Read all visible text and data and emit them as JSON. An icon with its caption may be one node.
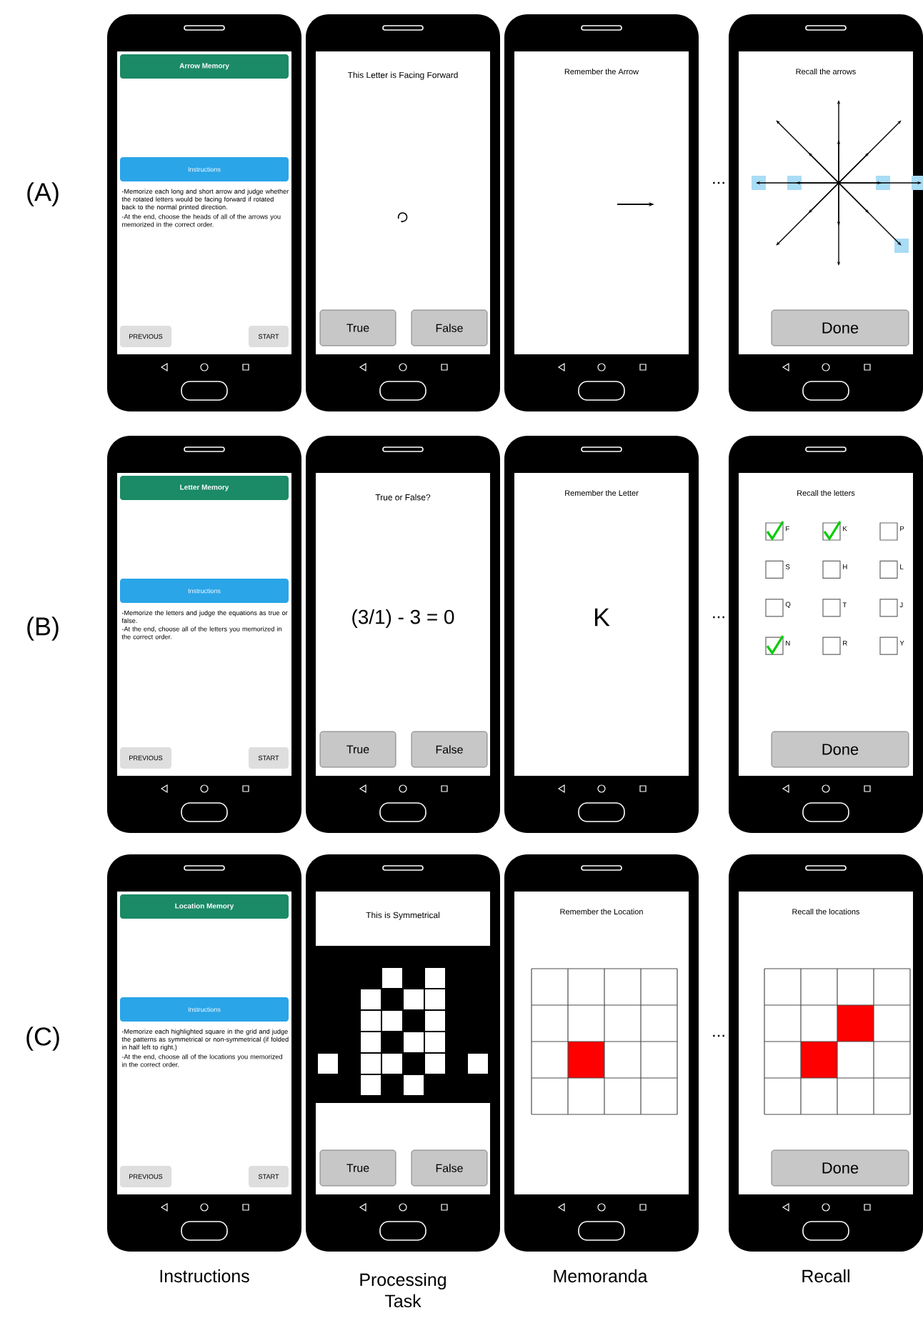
{
  "diagram": {
    "nodes": [
      {
        "text": [
          "-Memorize each long and short arrow and judge whether the rotated letters would be facing forward if rotated back to the normal printed direction.",
          "-At the end, choose the heads of all of the arrows you memorized in the correct order."
        ]
      },
      {
        "text": [
          "Arrow Memory"
        ],
        "in": 0
      },
      {
        "text": [
          "Instructions"
        ],
        "in": 0
      },
      {
        "text": [
          "PREVIOUS"
        ],
        "in": 0
      },
      {
        "text": [
          "START"
        ],
        "in": 0
      },
      {
        "text": [
          "This Letter is Facing Forward"
        ]
      },
      {
        "text": [
          "True"
        ],
        "in": 5
      },
      {
        "text": [
          "False"
        ],
        "in": 5
      },
      {
        "text": [
          "Remember the Arrow"
        ]
      },
      {
        "text": [
          "Recall the arrows"
        ]
      },
      {
        "text": [
          "Done"
        ],
        "in": 9
      },
      {
        "text": [
          "-Memorize the letters and judge the equations as true or false.",
          "-At the end, choose all of the letters you memorized in the correct order."
        ]
      },
      {
        "text": [
          "Letter Memory"
        ],
        "in": 11
      },
      {
        "text": [
          "Instructions"
        ],
        "in": 11
      },
      {
        "text": [
          "PREVIOUS"
        ],
        "in": 11
      },
      {
        "text": [
          "START"
        ],
        "in": 11
      },
      {
        "text": [
          "True or False?",
          "(3/1) - 3 = 0"
        ]
      },
      {
        "text": [
          "True"
        ],
        "in": 16
      },
      {
        "text": [
          "False"
        ],
        "in": 16
      },
      {
        "text": [
          "Remember the Letter",
          "K"
        ]
      },
      {
        "text": [
          "Recall the letters",
          "F",
          "K",
          "P",
          "S",
          "H",
          "L",
          "Q",
          "T",
          "J",
          "N",
          "R",
          "Y"
        ]
      },
      {
        "text": [
          "Done"
        ],
        "in": 20
      },
      {
        "text": [
          "-Memorize each highlighted square in the grid and judge the patterns as symmetrical or non-symmetrical (if folded in half left to right.)",
          "-At the end, choose all of the locations you memorized in the correct order."
        ]
      },
      {
        "text": [
          "Location Memory"
        ],
        "in": 22
      },
      {
        "text": [
          "Instructions"
        ],
        "in": 22
      },
      {
        "text": [
          "PREVIOUS"
        ],
        "in": 22
      },
      {
        "text": [
          "START"
        ],
        "in": 22
      },
      {
        "text": [
          "This is Symmetrical"
        ]
      },
      {
        "text": [
          "True"
        ],
        "in": 27
      },
      {
        "text": [
          "False"
        ],
        "in": 27
      },
      {
        "text": [
          "Remember the Location"
        ]
      },
      {
        "text": [
          "Recall the locations"
        ]
      },
      {
        "text": [
          "Done"
        ],
        "in": 31
      }
    ],
    "labels": [
      "(A)",
      "...",
      "(B)",
      "...",
      "(C)",
      "...",
      "Instructions",
      "Processing Task",
      "Memoranda",
      "Recall"
    ]
  }
}
